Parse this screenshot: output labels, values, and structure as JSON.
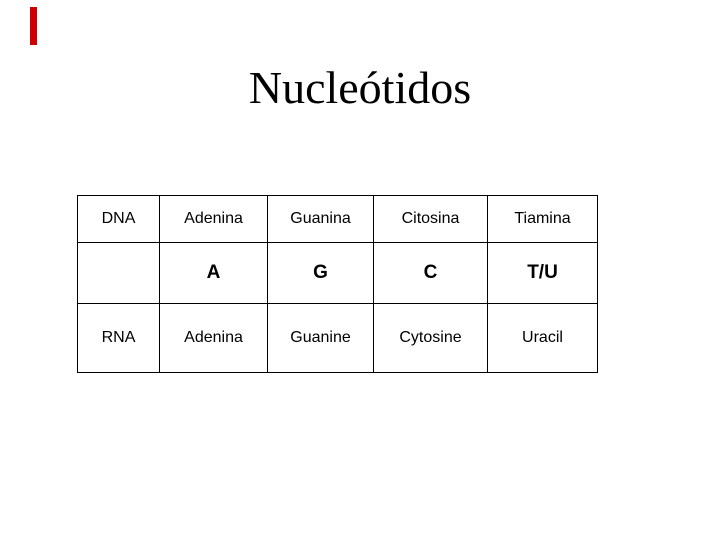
{
  "slide": {
    "title": "Nucleótidos",
    "background_color": "#ffffff"
  },
  "decorations": {
    "red_cursor_color": "#cc0000"
  },
  "table": {
    "border_color": "#000000",
    "text_color": "#000000",
    "rows": [
      {
        "name": "dna",
        "bold": false,
        "cells": [
          "DNA",
          "Adenina",
          "Guanina",
          "Citosina",
          "Tiamina"
        ]
      },
      {
        "name": "abbreviations",
        "bold": true,
        "cells": [
          "",
          "A",
          "G",
          "C",
          "T/U"
        ]
      },
      {
        "name": "rna",
        "bold": false,
        "cells": [
          "RNA",
          "Adenina",
          "Guanine",
          "Cytosine",
          "Uracil"
        ]
      }
    ]
  }
}
